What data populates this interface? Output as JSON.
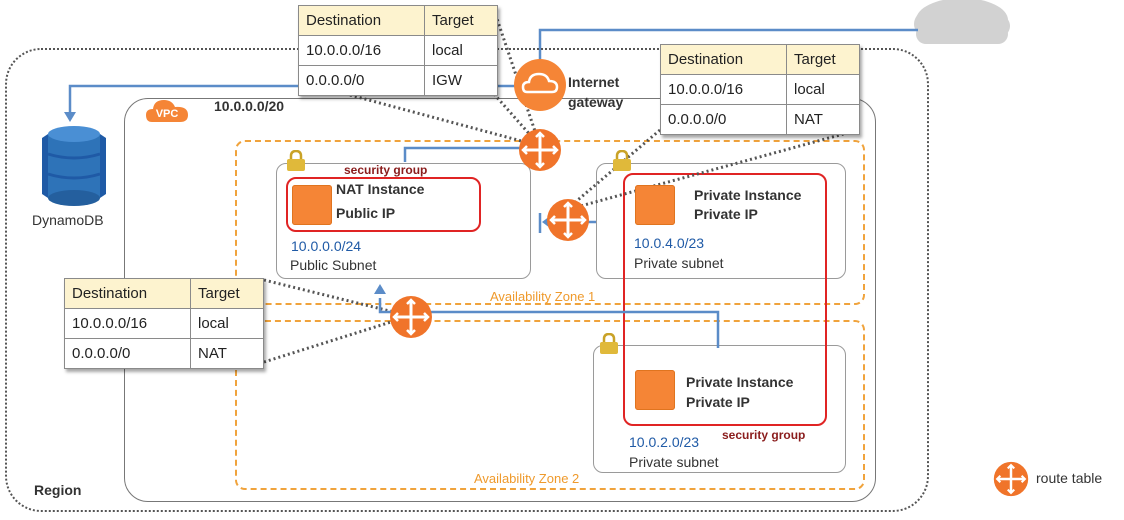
{
  "region_label": "Region",
  "vpc": {
    "badge": "VPC",
    "cidr": "10.0.0.0/20"
  },
  "dynamodb_label": "DynamoDB",
  "igw_label": [
    "Internet",
    "gateway"
  ],
  "legend": {
    "label": "route table"
  },
  "az1_label": "Availability Zone 1",
  "az2_label": "Availability Zone 2",
  "security_group_label": "security group",
  "public_subnet": {
    "instance_title": "NAT  Instance",
    "instance_ip": "Public IP",
    "cidr": "10.0.0.0/24",
    "name": "Public Subnet"
  },
  "private_subnet_1": {
    "instance_title": "Private Instance",
    "instance_ip": "Private IP",
    "cidr": "10.0.4.0/23",
    "name": "Private subnet"
  },
  "private_subnet_2": {
    "instance_title": "Private Instance",
    "instance_ip": "Private IP",
    "cidr": "10.0.2.0/23",
    "name": "Private subnet"
  },
  "route_tables": {
    "public": {
      "headers": [
        "Destination",
        "Target"
      ],
      "rows": [
        [
          "10.0.0.0/16",
          "local"
        ],
        [
          "0.0.0.0/0",
          "IGW"
        ]
      ]
    },
    "private_az1": {
      "headers": [
        "Destination",
        "Target"
      ],
      "rows": [
        [
          "10.0.0.0/16",
          "local"
        ],
        [
          "0.0.0.0/0",
          "NAT"
        ]
      ]
    },
    "private_az2": {
      "headers": [
        "Destination",
        "Target"
      ],
      "rows": [
        [
          "10.0.0.0/16",
          "local"
        ],
        [
          "0.0.0.0/0",
          "NAT"
        ]
      ]
    }
  },
  "colors": {
    "orange": "#f58536",
    "route_orange": "#f0742a",
    "az_dash": "#f0a33c",
    "security_red": "#e02424",
    "flow_blue": "#5b8cc8",
    "dynamo_blue": "#2e73b8",
    "cidr_blue": "#1f5aa6"
  }
}
